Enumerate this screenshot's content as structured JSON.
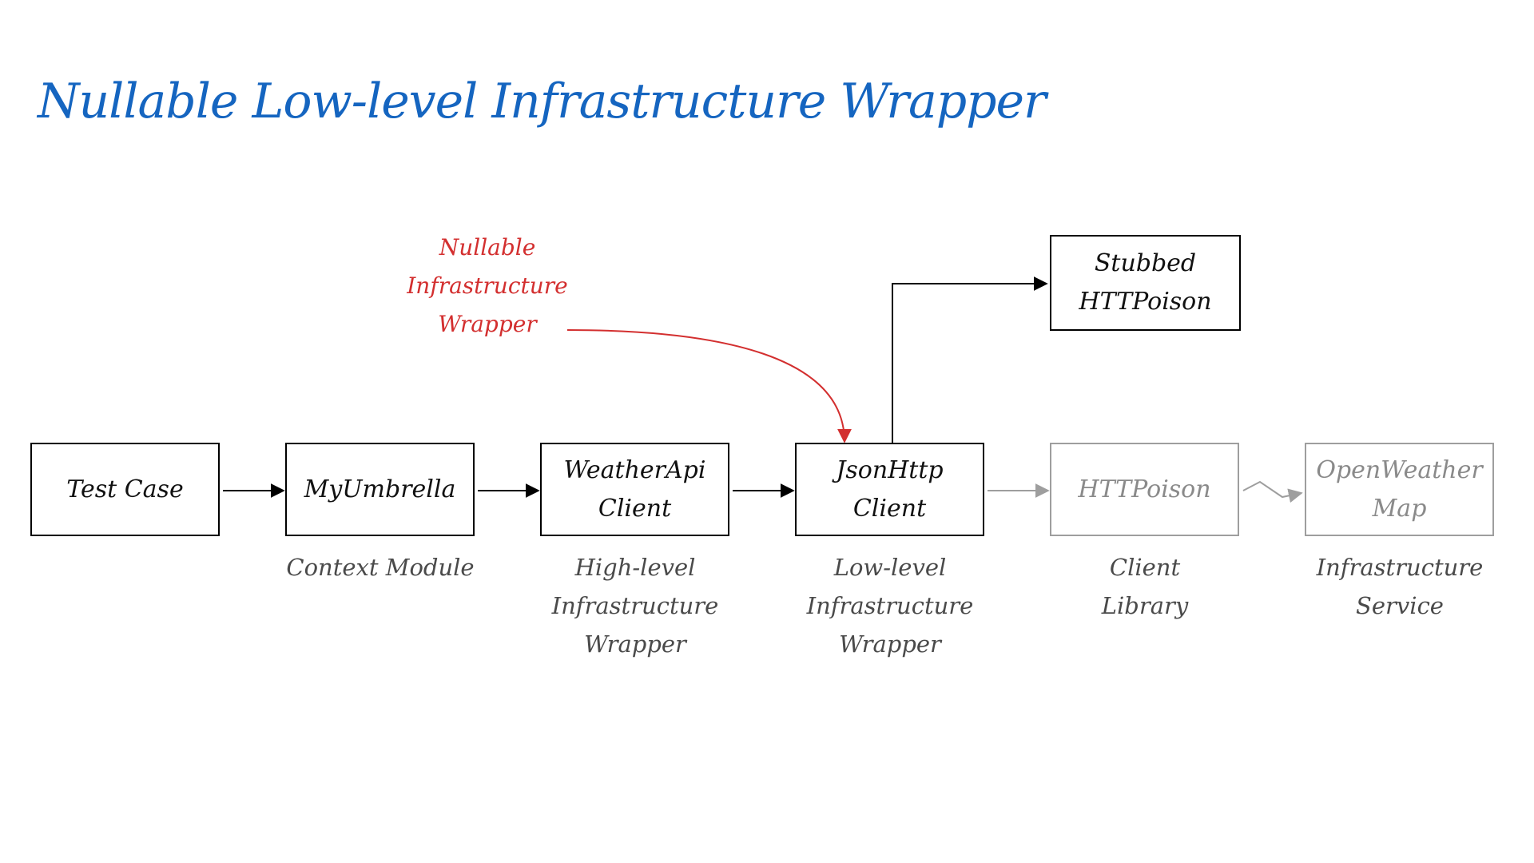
{
  "title": "Nullable Low-level Infrastructure Wrapper",
  "callout": "Nullable\nInfrastructure\nWrapper",
  "boxes": {
    "test_case": "Test Case",
    "my_umbrella": "MyUmbrella",
    "weather_api_client": "WeatherApi\nClient",
    "json_http_client": "JsonHttp\nClient",
    "http_poison": "HTTPoison",
    "open_weather_map": "OpenWeather\nMap",
    "stubbed_http_poison": "Stubbed\nHTTPoison"
  },
  "captions": {
    "my_umbrella": "Context Module",
    "weather_api_client": "High-level\nInfrastructure\nWrapper",
    "json_http_client": "Low-level\nInfrastructure\nWrapper",
    "http_poison": "Client\nLibrary",
    "open_weather_map": "Infrastructure\nService"
  },
  "colors": {
    "title": "#1565c0",
    "callout": "#d32f2f",
    "faded": "#9e9e9e"
  }
}
